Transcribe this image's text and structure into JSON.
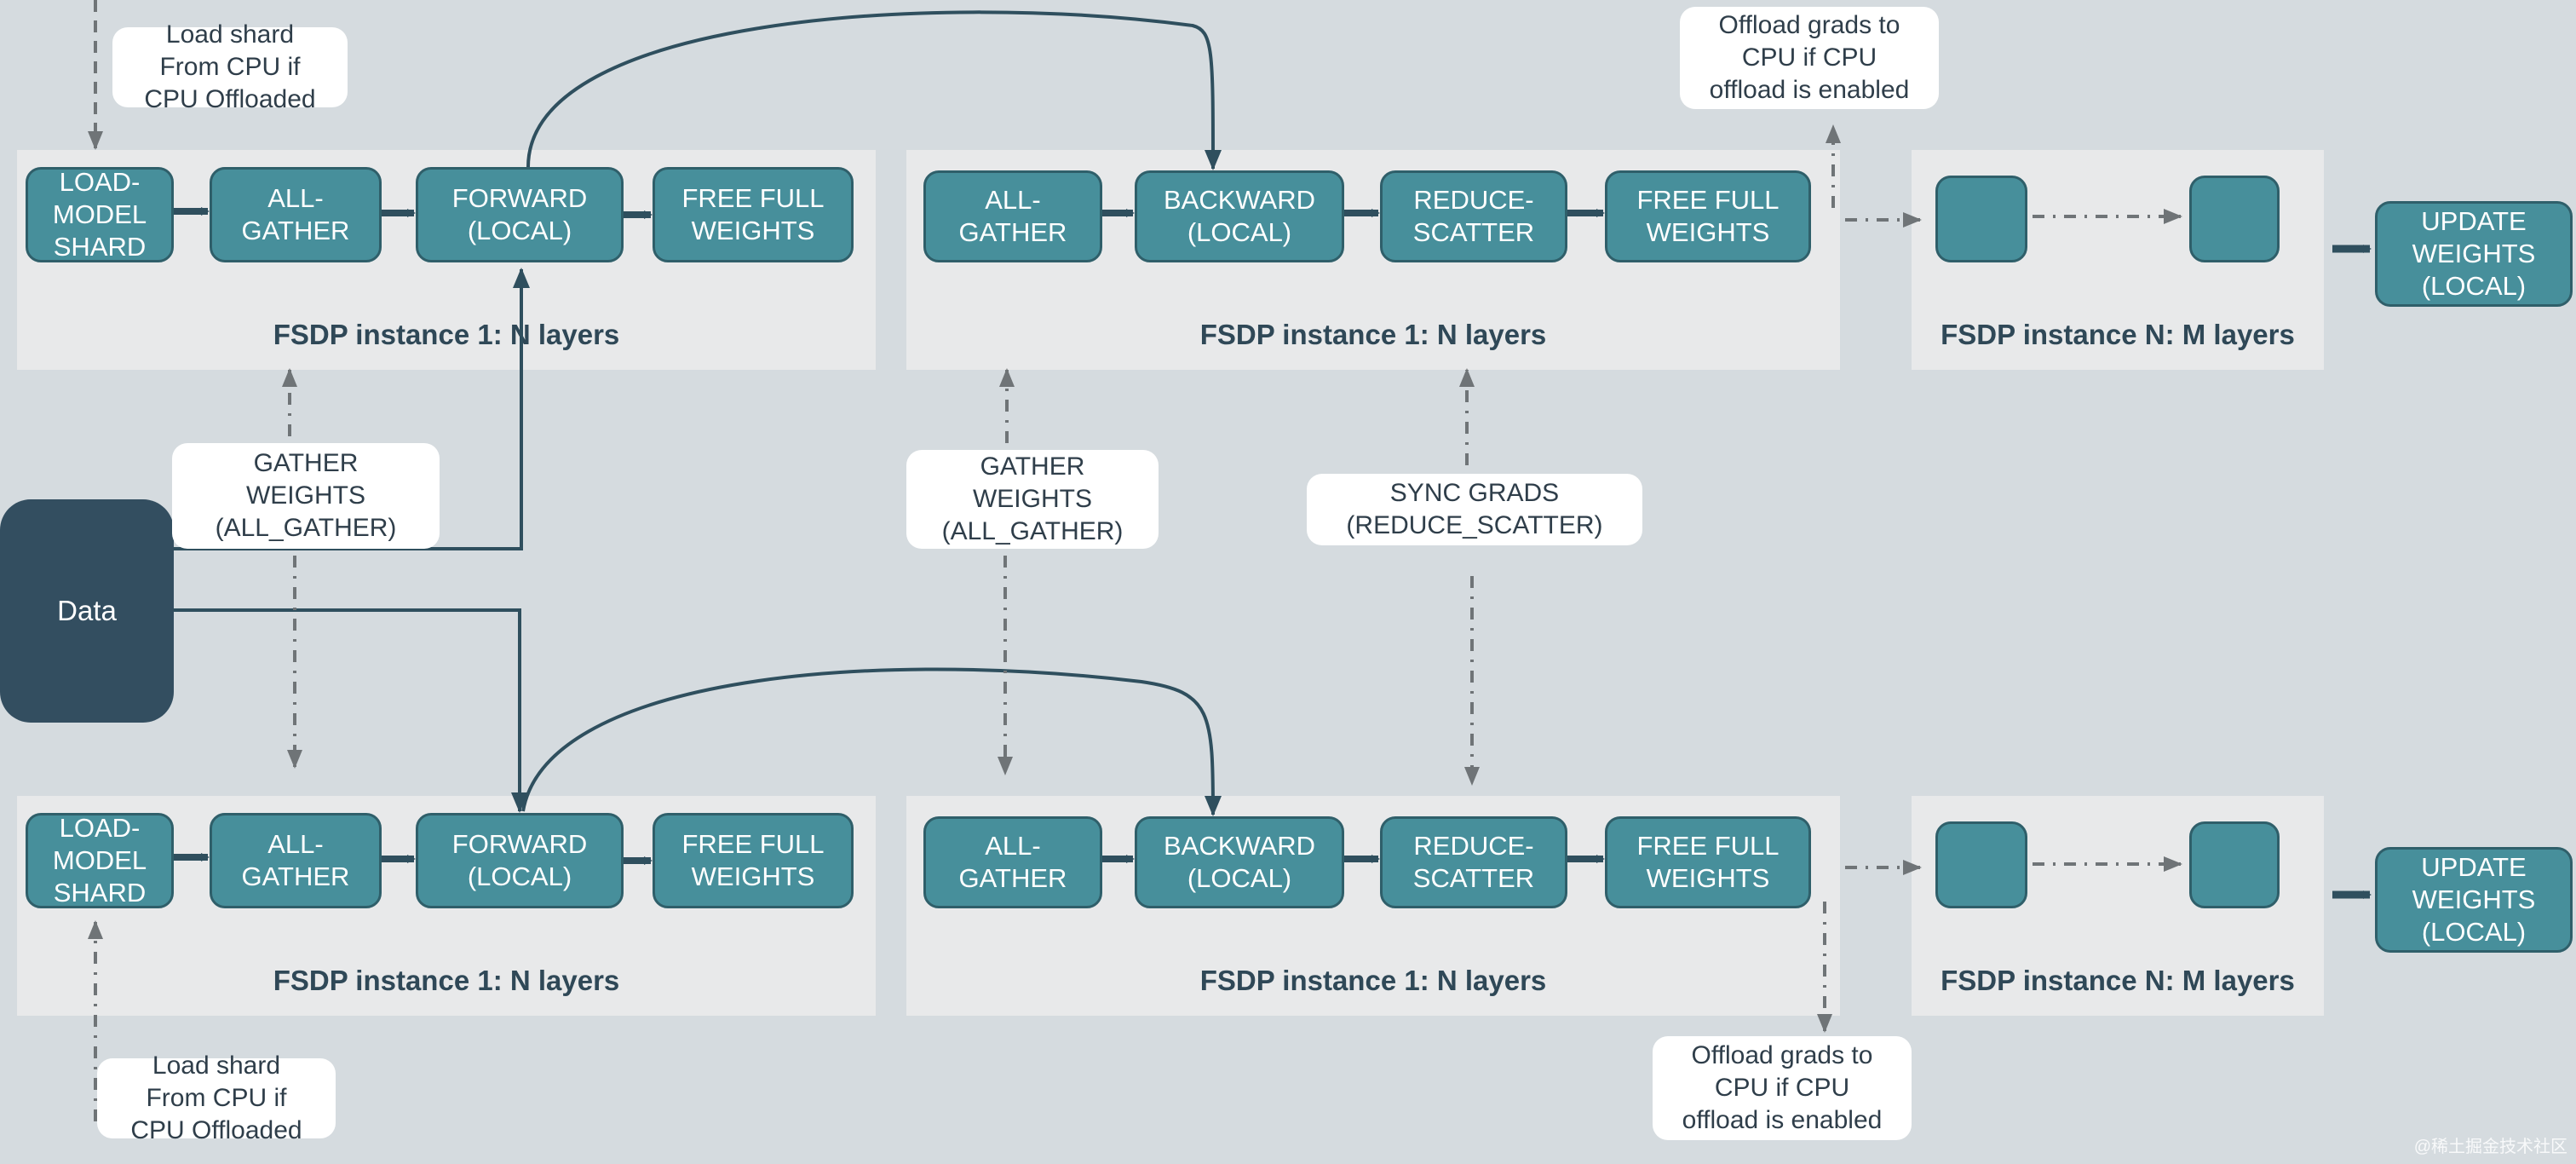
{
  "data_label": "Data",
  "notes": {
    "load_shard_top": "Load shard\nFrom CPU if\nCPU Offloaded",
    "load_shard_bottom": "Load shard\nFrom CPU if\nCPU Offloaded",
    "offload_top": "Offload grads to\nCPU if CPU\noffload is enabled",
    "offload_bottom": "Offload grads to\nCPU if CPU\noffload is enabled",
    "gather_left": "GATHER\nWEIGHTS\n(ALL_GATHER)",
    "gather_mid": "GATHER\nWEIGHTS\n(ALL_GATHER)",
    "sync_grads": "SYNC GRADS\n(REDUCE_SCATTER)"
  },
  "rows": [
    {
      "forward_panel": "FSDP instance 1: N layers",
      "forward_steps": [
        "LOAD-\nMODEL\nSHARD",
        "ALL-\nGATHER",
        "FORWARD\n(LOCAL)",
        "FREE FULL\nWEIGHTS"
      ],
      "backward_panel": "FSDP instance 1: N layers",
      "backward_steps": [
        "ALL-\nGATHER",
        "BACKWARD\n(LOCAL)",
        "REDUCE-\nSCATTER",
        "FREE FULL\nWEIGHTS"
      ],
      "last_panel": "FSDP instance N: M layers",
      "update": "UPDATE\nWEIGHTS\n(LOCAL)"
    },
    {
      "forward_panel": "FSDP instance 1: N layers",
      "forward_steps": [
        "LOAD-\nMODEL\nSHARD",
        "ALL-\nGATHER",
        "FORWARD\n(LOCAL)",
        "FREE FULL\nWEIGHTS"
      ],
      "backward_panel": "FSDP instance 1: N layers",
      "backward_steps": [
        "ALL-\nGATHER",
        "BACKWARD\n(LOCAL)",
        "REDUCE-\nSCATTER",
        "FREE FULL\nWEIGHTS"
      ],
      "last_panel": "FSDP instance N: M layers",
      "update": "UPDATE\nWEIGHTS\n(LOCAL)"
    }
  ],
  "watermark": "@稀土掘金技术社区"
}
